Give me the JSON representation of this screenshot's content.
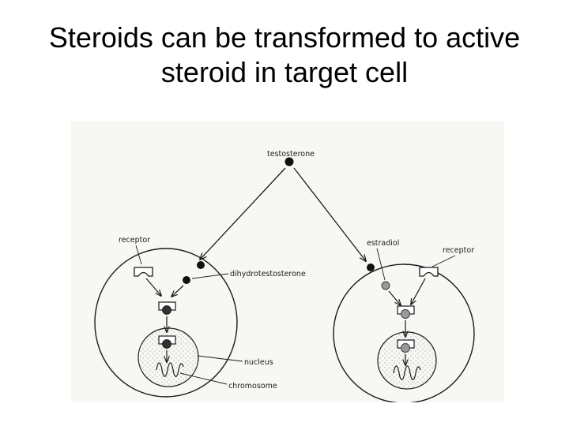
{
  "title": {
    "line1": "Steroids can be transformed to active",
    "line2": "steroid in target cell"
  },
  "diagram": {
    "labels": {
      "testosterone": "testosterone",
      "receptor_left": "receptor",
      "dihydrotestosterone": "dihydrotestosterone",
      "estradiol": "estradiol",
      "receptor_right": "receptor",
      "nucleus": "nucleus",
      "chromosome": "chromosome"
    },
    "colors": {
      "paper": "#f7f7f4",
      "line": "#1a1a1a",
      "dot_dark": "#111111",
      "dot_gray": "#9a9a9a",
      "nucleus_stipple": "#6a6a6a"
    }
  }
}
